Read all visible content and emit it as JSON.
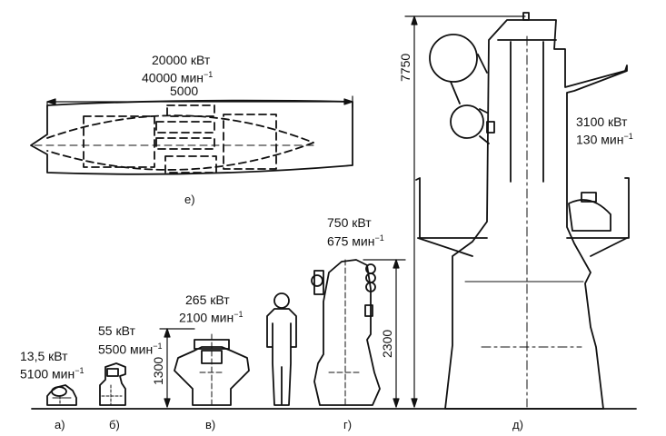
{
  "labels": {
    "a": {
      "power": "13,5 кВт",
      "speed": "5100 мин",
      "exp": "−1",
      "caption": "а)"
    },
    "b": {
      "power": "55 кВт",
      "speed": "5500 мин",
      "exp": "−1",
      "caption": "б)"
    },
    "v": {
      "power": "265 кВт",
      "speed": "2100 мин",
      "exp": "−1",
      "caption": "в)",
      "height": "1300"
    },
    "g": {
      "power": "750 кВт",
      "speed": "675 мин",
      "exp": "−1",
      "caption": "г)",
      "height": "2300"
    },
    "d": {
      "power": "3100 кВт",
      "speed": "130 мин",
      "exp": "−1",
      "caption": "д)",
      "height": "7750"
    },
    "e": {
      "power": "20000 кВт",
      "speed": "40000 мин",
      "exp": "−1",
      "length": "5000",
      "caption": "е)"
    }
  }
}
